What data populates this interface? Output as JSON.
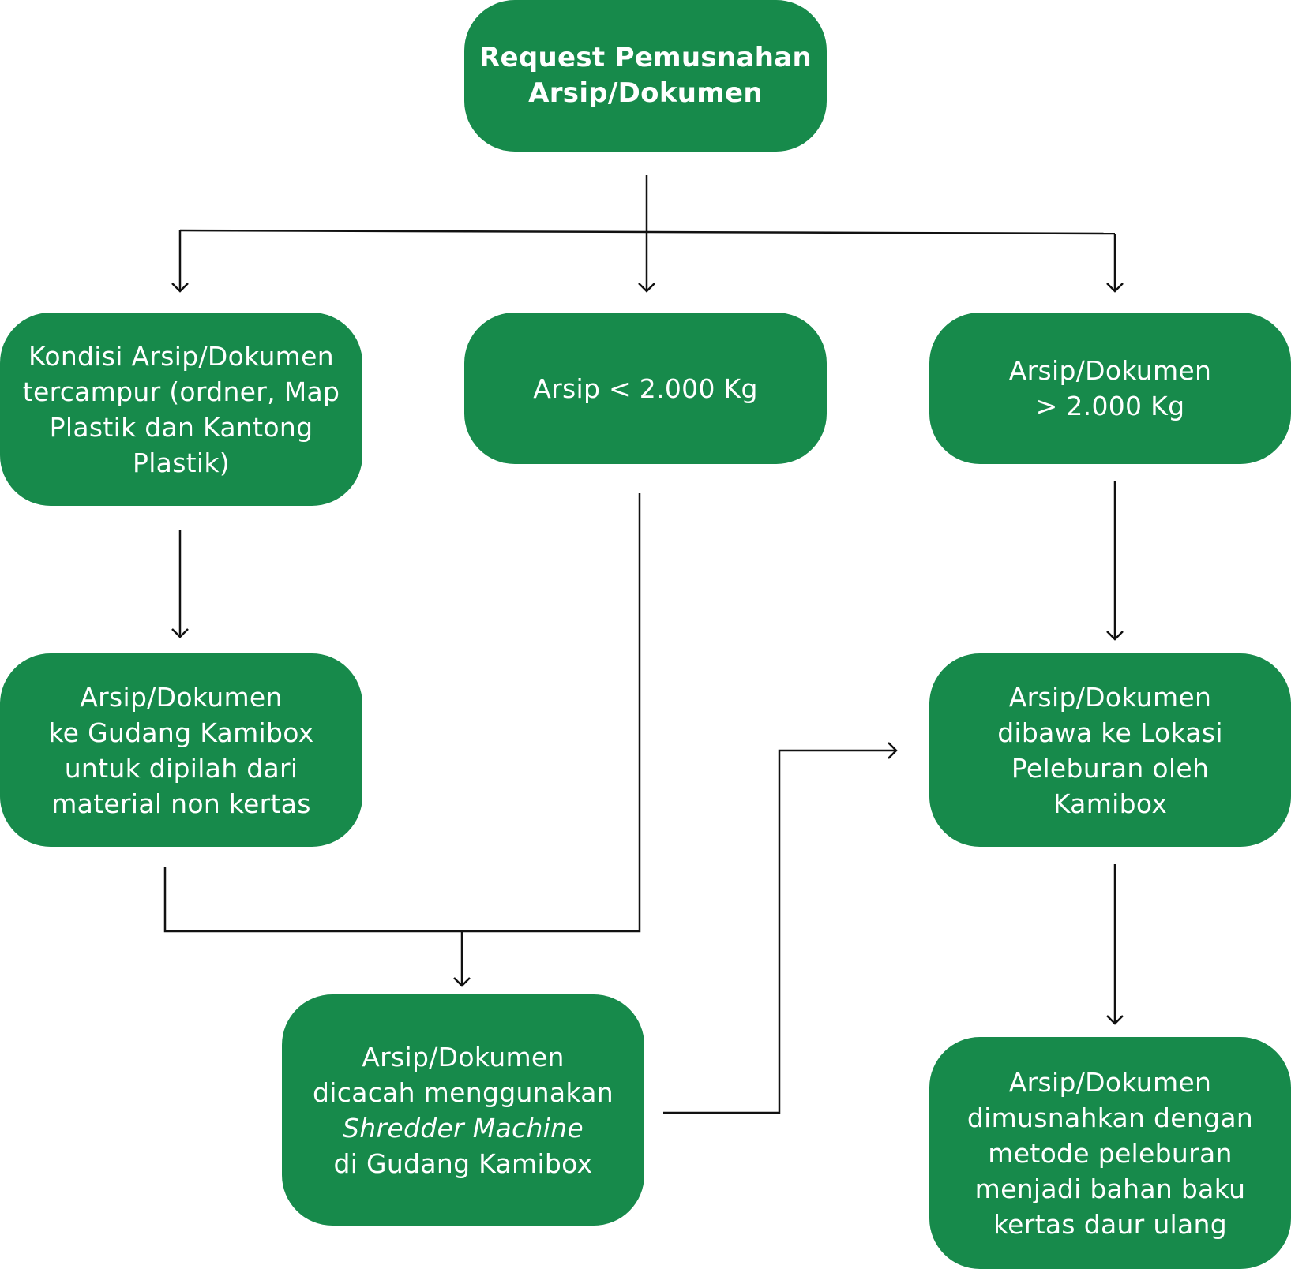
{
  "colors": {
    "node_fill": "#178a4b",
    "node_text": "#ffffff",
    "connector": "#111111"
  },
  "nodes": {
    "request": {
      "lines": [
        "Request Pemusnahan",
        "Arsip/Dokumen"
      ]
    },
    "mixed_condition": {
      "lines": [
        "Kondisi Arsip/Dokumen",
        "tercampur (ordner, Map",
        "Plastik dan Kantong",
        "Plastik)"
      ]
    },
    "under_2000": {
      "lines": [
        "Arsip < 2.000 Kg"
      ]
    },
    "over_2000": {
      "lines": [
        "Arsip/Dokumen",
        "> 2.000 Kg"
      ]
    },
    "sorting": {
      "lines": [
        "Arsip/Dokumen",
        "ke Gudang Kamibox",
        "untuk dipilah dari",
        "material non kertas"
      ]
    },
    "melting_site": {
      "lines": [
        "Arsip/Dokumen",
        "dibawa ke Lokasi",
        "Peleburan oleh",
        "Kamibox"
      ]
    },
    "shredding": {
      "lines": [
        "Arsip/Dokumen",
        "dicacah menggunakan",
        "Shredder Machine",
        "di Gudang Kamibox"
      ]
    },
    "destroyed": {
      "lines": [
        "Arsip/Dokumen",
        "dimusnahkan dengan",
        "metode peleburan",
        "menjadi bahan baku",
        "kertas daur ulang"
      ]
    }
  }
}
